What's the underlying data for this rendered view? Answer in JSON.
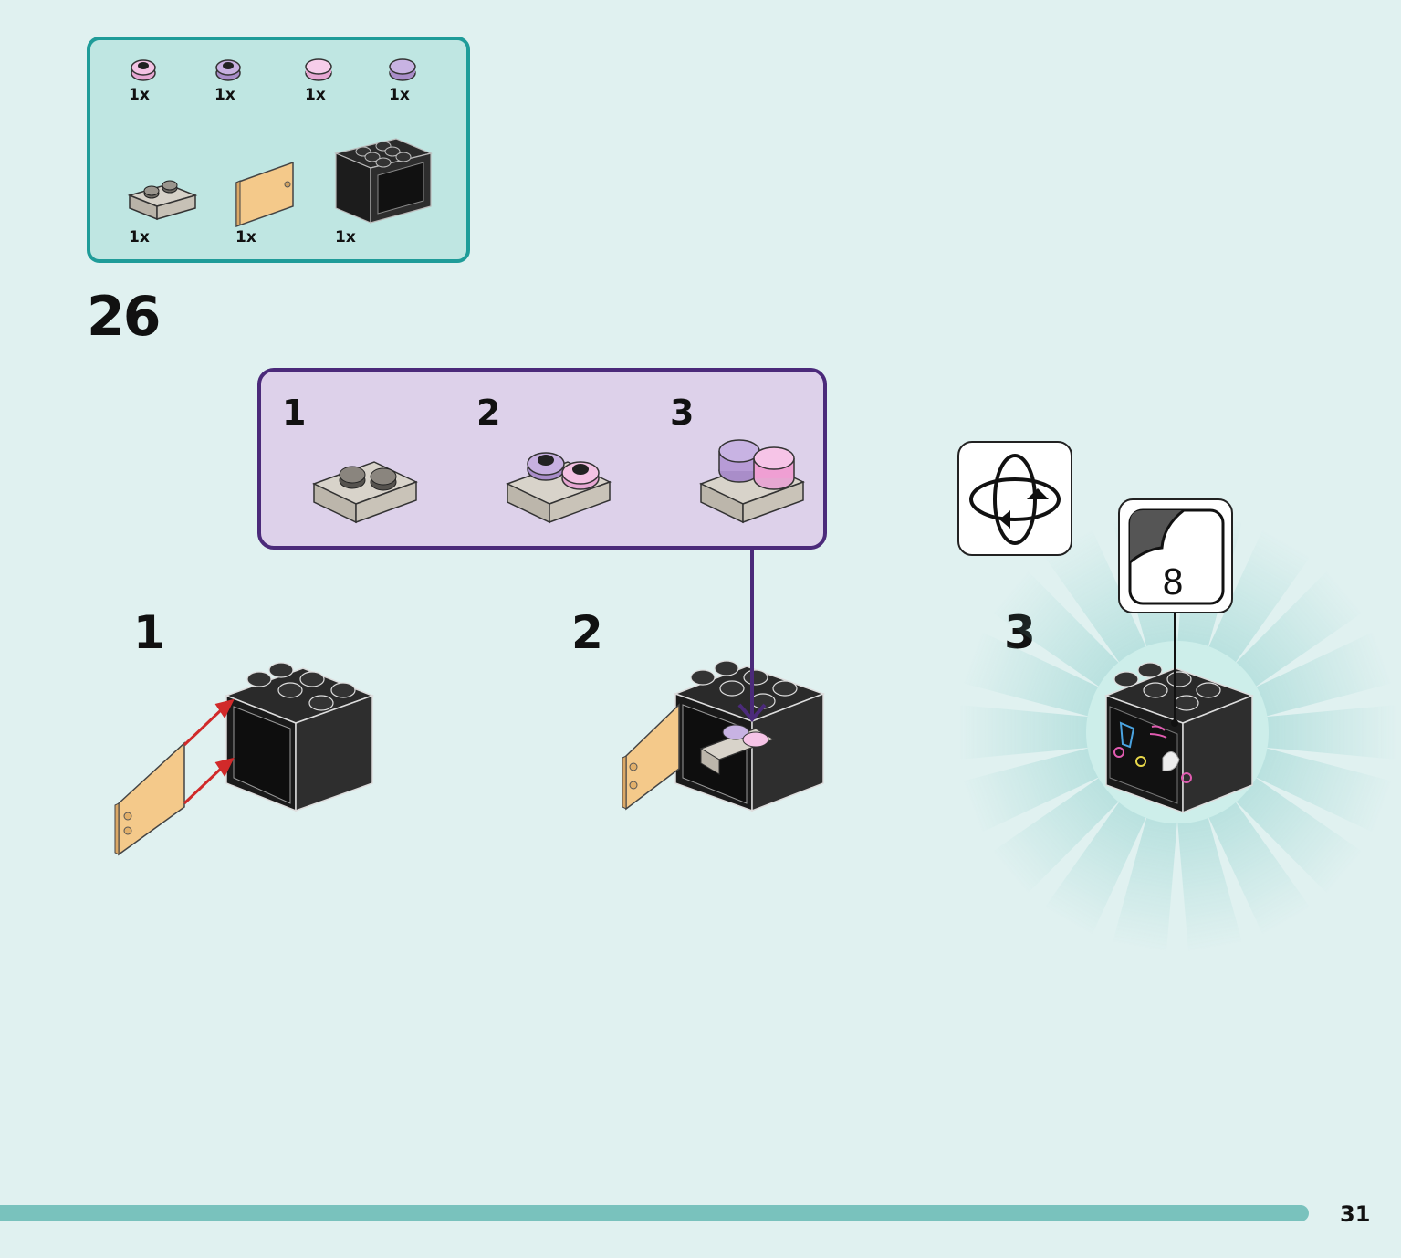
{
  "parts_list": {
    "quantities": [
      "1x",
      "1x",
      "1x",
      "1x",
      "1x",
      "1x",
      "1x"
    ],
    "pieces": [
      "pink-round-plate-with-hole",
      "lavender-round-plate-with-hole",
      "pink-round-tile",
      "lavender-round-tile",
      "gray-1x2-plate-with-rail",
      "tan-cupboard-door",
      "black-2x3x2-cupboard"
    ]
  },
  "step": {
    "number": "26"
  },
  "sub_assembly": {
    "labels": [
      "1",
      "2",
      "3"
    ]
  },
  "main_steps": {
    "labels": [
      "1",
      "2",
      "3"
    ]
  },
  "sticker": {
    "number": "8"
  },
  "icons": [
    "rotate-model-icon",
    "sticker-icon"
  ],
  "colors": {
    "background": "#e0f1f0",
    "parts_border": "#1f9c99",
    "subassembly_border": "#4b2a7a",
    "subassembly_fill": "#ddd1ea",
    "arrow_red": "#d12a2a",
    "arrow_purple": "#4b2a7a",
    "bottom_bar": "#79c2bd"
  },
  "page": {
    "number": "31"
  }
}
